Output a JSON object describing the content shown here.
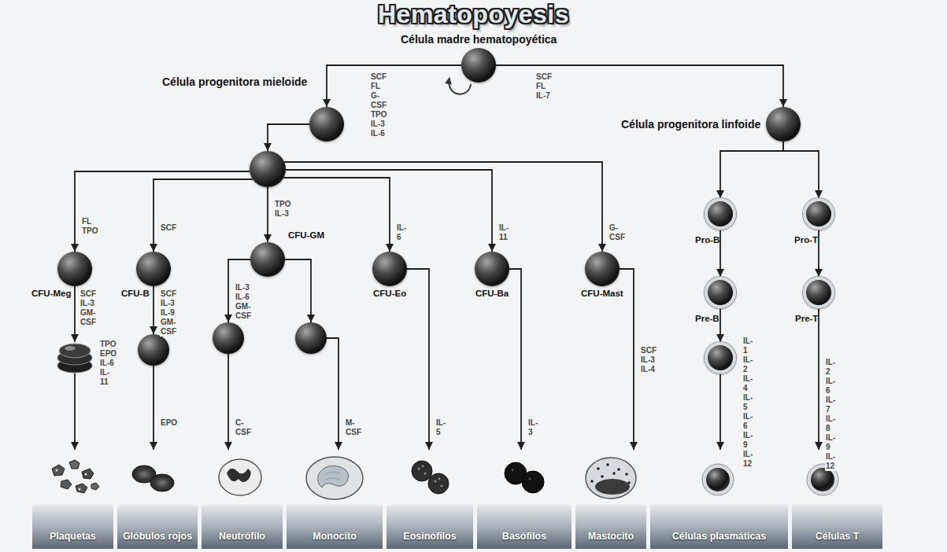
{
  "diagram": {
    "title": "Hematopoyesis",
    "nodes": [
      {
        "text": [
          "Célula madre hematopoyética"
        ]
      },
      {
        "text": [
          "Célula progenitora mieloide"
        ]
      },
      {
        "text": [
          "Célula progenitora linfoide"
        ]
      },
      {
        "text": []
      },
      {
        "text": [
          "CFU-Meg"
        ]
      },
      {
        "text": []
      },
      {
        "text": [
          "Plaquetas"
        ]
      },
      {
        "text": [
          "CFU-B"
        ]
      },
      {
        "text": []
      },
      {
        "text": [
          "Glóbulos rojos"
        ]
      },
      {
        "text": [
          "CFU-GM"
        ]
      },
      {
        "text": []
      },
      {
        "text": []
      },
      {
        "text": [
          "Neutrófilo"
        ]
      },
      {
        "text": [
          "Monocito"
        ]
      },
      {
        "text": [
          "CFU-Eo"
        ]
      },
      {
        "text": [
          "Eosinófilos"
        ]
      },
      {
        "text": [
          "CFU-Ba"
        ]
      },
      {
        "text": [
          "Basófilos"
        ]
      },
      {
        "text": [
          "CFU-Mast"
        ]
      },
      {
        "text": [
          "Mastocito"
        ]
      },
      {
        "text": [
          "Pro-B"
        ]
      },
      {
        "text": [
          "Pre-B"
        ]
      },
      {
        "text": []
      },
      {
        "text": [
          "Células plasmáticas"
        ]
      },
      {
        "text": [
          "Pro-T"
        ]
      },
      {
        "text": [
          "Pre-T"
        ]
      },
      {
        "text": [
          "Células T"
        ]
      }
    ],
    "edges": [
      {
        "from": 0,
        "to": 1,
        "arrow": "to",
        "label": "SCF FL G-CSF TPO IL-3 IL-6"
      },
      {
        "from": 0,
        "to": 2,
        "arrow": "to",
        "label": "SCF FL IL-7"
      },
      {
        "from": 1,
        "to": 3,
        "arrow": "to"
      },
      {
        "from": 3,
        "to": 4,
        "arrow": "to",
        "label": "FL TPO"
      },
      {
        "from": 3,
        "to": 7,
        "arrow": "to",
        "label": "SCF"
      },
      {
        "from": 3,
        "to": 10,
        "arrow": "to",
        "label": "TPO IL-3"
      },
      {
        "from": 3,
        "to": 15,
        "arrow": "to",
        "label": "IL-6"
      },
      {
        "from": 3,
        "to": 17,
        "arrow": "to",
        "label": "IL-11"
      },
      {
        "from": 3,
        "to": 19,
        "arrow": "to",
        "label": "G-CSF"
      },
      {
        "from": 4,
        "to": 5,
        "arrow": "to",
        "label": "SCF IL-3 GM-CSF"
      },
      {
        "from": 5,
        "to": 6,
        "arrow": "to",
        "label": "TPO EPO IL-6 IL-11"
      },
      {
        "from": 7,
        "to": 8,
        "arrow": "to",
        "label": "SCF IL-3 IL-9 GM-CSF"
      },
      {
        "from": 8,
        "to": 9,
        "arrow": "to",
        "label": "EPO"
      },
      {
        "from": 10,
        "to": 11,
        "arrow": "to",
        "label": "IL-3 IL-6 GM-CSF"
      },
      {
        "from": 10,
        "to": 12,
        "arrow": "to"
      },
      {
        "from": 11,
        "to": 13,
        "arrow": "to",
        "label": "C-CSF"
      },
      {
        "from": 12,
        "to": 14,
        "arrow": "to",
        "label": "M-CSF"
      },
      {
        "from": 15,
        "to": 16,
        "arrow": "to",
        "label": "IL-5"
      },
      {
        "from": 17,
        "to": 18,
        "arrow": "to",
        "label": "IL-3"
      },
      {
        "from": 19,
        "to": 20,
        "arrow": "to",
        "label": "SCF IL-3 IL-4"
      },
      {
        "from": 2,
        "to": 21,
        "arrow": "to"
      },
      {
        "from": 2,
        "to": 25,
        "arrow": "to"
      },
      {
        "from": 21,
        "to": 22,
        "arrow": "to"
      },
      {
        "from": 22,
        "to": 23,
        "arrow": "to"
      },
      {
        "from": 23,
        "to": 24,
        "arrow": "to",
        "label": "IL-1 IL-2 IL-4 IL-5 IL-6 IL-9 IL-12"
      },
      {
        "from": 25,
        "to": 26,
        "arrow": "to"
      },
      {
        "from": 26,
        "to": 27,
        "arrow": "to",
        "label": "IL-2 IL-6 IL-7 IL-8 IL-9 IL-12"
      }
    ]
  }
}
